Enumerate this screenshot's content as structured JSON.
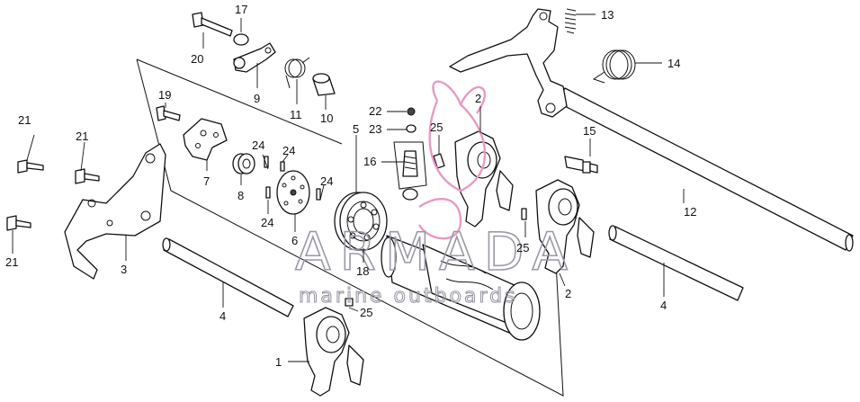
{
  "watermark": {
    "brand": "ARMADA",
    "tagline": "marine outboards"
  },
  "colors": {
    "line": "#111111",
    "watermark_text": "#9a9aa6",
    "watermark_logo": "#e89ac4"
  },
  "callouts": {
    "c1": "1",
    "c2a": "2",
    "c2b": "2",
    "c3": "3",
    "c4a": "4",
    "c4b": "4",
    "c5": "5",
    "c6": "6",
    "c7": "7",
    "c8": "8",
    "c9": "9",
    "c10": "10",
    "c11": "11",
    "c12": "12",
    "c13": "13",
    "c14": "14",
    "c15": "15",
    "c16": "16",
    "c17": "17",
    "c18": "18",
    "c19": "19",
    "c20": "20",
    "c21a": "21",
    "c21b": "21",
    "c21c": "21",
    "c22": "22",
    "c23": "23",
    "c24a": "24",
    "c24b": "24",
    "c24c": "24",
    "c24d": "24",
    "c25a": "25",
    "c25b": "25",
    "c25c": "25"
  }
}
